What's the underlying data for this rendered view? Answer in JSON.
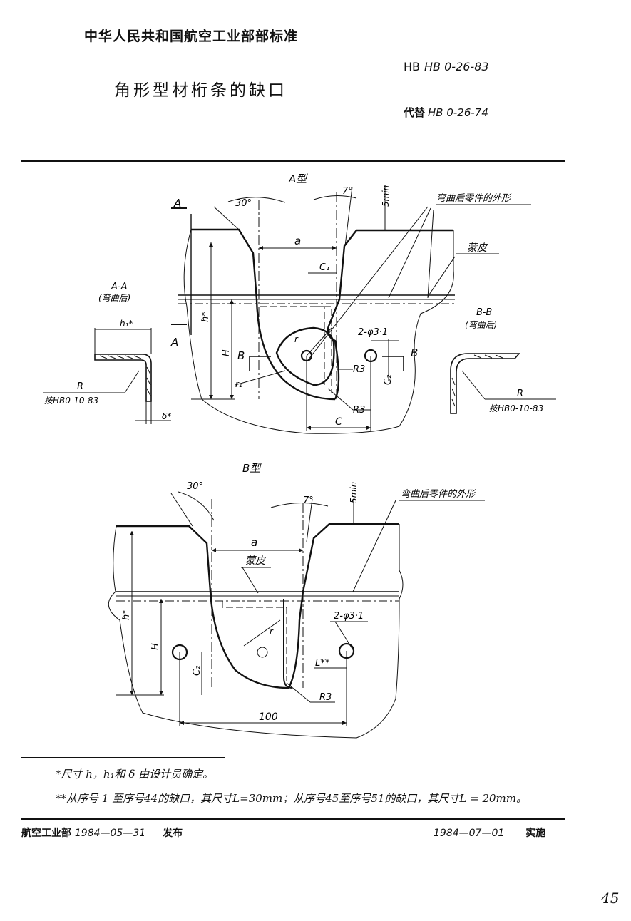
{
  "header": {
    "standard_body": "中华人民共和国航空工业部部标准",
    "title": "角形型材桁条的缺口",
    "code": "HB 0-26-83",
    "replaces_label": "代替",
    "replaces_code": "HB 0-26-74"
  },
  "figure_a": {
    "caption": "A型",
    "section_aa": "A-A",
    "section_aa_note": "(弯曲后)",
    "section_bb": "B-B",
    "section_bb_note": "(弯曲后)",
    "label_outline": "弯曲后零件的外形",
    "label_skin": "蒙皮",
    "angle_30": "30°",
    "angle_7": "7°",
    "dim_5min": "5min",
    "dim_a": "a",
    "dim_c1": "C₁",
    "dim_c": "C",
    "dim_c2": "C₂",
    "dim_h_star": "h*",
    "dim_h": "H",
    "dim_h1": "h₁*",
    "dim_r": "R",
    "dim_r1": "r₁",
    "dim_radius": "r",
    "dim_delta": "δ*",
    "dim_r3_upper": "R3",
    "dim_r3_lower": "R3",
    "holes": "2-φ3·1",
    "ref_left": "按HB0-10-83",
    "ref_right": "按HB0-10-83",
    "letter_a_top": "A",
    "letter_a_bottom": "A",
    "letter_b_left": "B",
    "letter_b_right": "B"
  },
  "figure_b": {
    "caption": "B型",
    "label_outline": "弯曲后零件的外形",
    "label_skin": "蒙皮",
    "angle_30": "30°",
    "angle_7": "7°",
    "dim_5min": "5min",
    "dim_a": "a",
    "dim_h_star": "h*",
    "dim_h": "H",
    "dim_c2": "C₂",
    "dim_radius": "r",
    "dim_l": "L**",
    "dim_r3": "R3",
    "dim_100": "100",
    "holes": "2-φ3·1"
  },
  "notes": {
    "note1": "*尺寸 h，h₁和 δ 由设计员确定。",
    "note2": "**从序号 1 至序号44的缺口，其尺寸L=30mm；从序号45至序号51的缺口，其尺寸L = 20mm。"
  },
  "footer": {
    "issuer": "航空工业部",
    "issue_date": "1984—05—31",
    "issue_label": "发布",
    "effective_date": "1984—07—01",
    "effective_label": "实施",
    "page_number": "45"
  }
}
